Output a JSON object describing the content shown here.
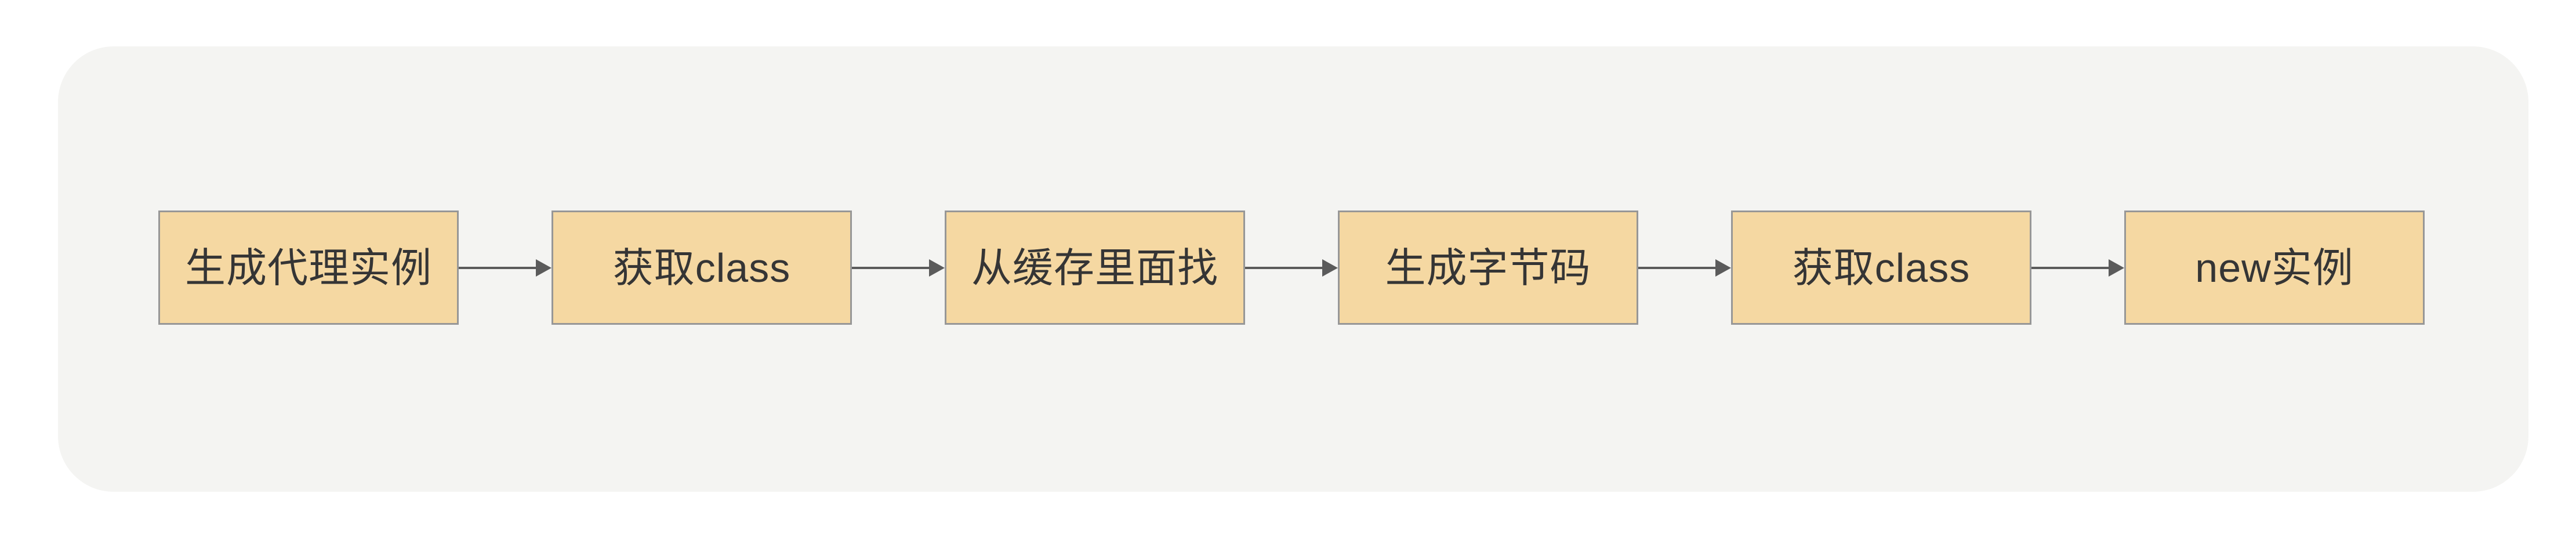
{
  "colors": {
    "page-bg": "#ffffff",
    "panel-bg": "#f4f4f2",
    "node-fill": "#f5d8a2",
    "node-border": "#979797",
    "arrow-color": "#5b5b5b",
    "text-color": "#353535"
  },
  "flowchart": {
    "direction": "left-to-right",
    "nodes": [
      {
        "label": "生成代理实例"
      },
      {
        "label": "获取class"
      },
      {
        "label": "从缓存里面找"
      },
      {
        "label": "生成字节码"
      },
      {
        "label": "获取class"
      },
      {
        "label": "new实例"
      }
    ],
    "edges": [
      {
        "from": 0,
        "to": 1
      },
      {
        "from": 1,
        "to": 2
      },
      {
        "from": 2,
        "to": 3
      },
      {
        "from": 3,
        "to": 4
      },
      {
        "from": 4,
        "to": 5
      }
    ]
  }
}
